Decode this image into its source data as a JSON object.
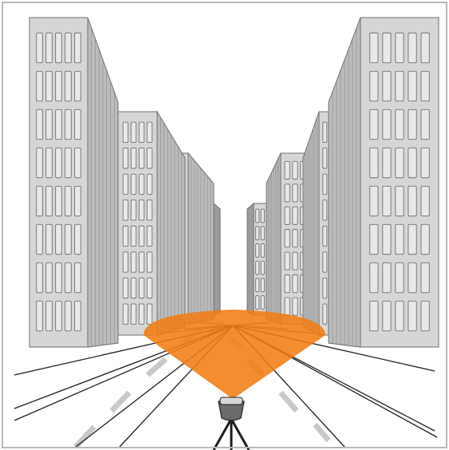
{
  "colors": {
    "background": "#ffffff",
    "frame_border": "#b8b8b8",
    "building_front": "#d6d6d6",
    "building_side": "#bcbcbc",
    "building_outline": "#6f6f6f",
    "window_fill": "#e8e8e8",
    "window_stroke": "#707070",
    "scan_cone": "#f07d14",
    "scan_cone_opacity": 0.88,
    "scan_lines": "#3c3c3c",
    "road_dashes": "#c8c8c8",
    "road_edges": "#1e1e1e",
    "scanner_body": "#6a6a6a",
    "scanner_head": "#d8d8d8",
    "tripod": "#1e1e1e"
  },
  "scene": {
    "subject": "city-street-with-buildings",
    "device": "tripod-laser-scanner",
    "scan_pattern": "fan"
  }
}
